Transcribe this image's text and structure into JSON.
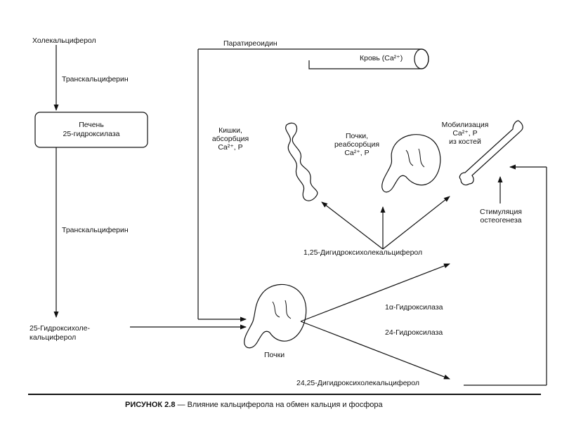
{
  "labels": {
    "cholecalciferol": "Холекальциферол",
    "transcalciferin_top": "Транскальциферин",
    "liver_line1": "Печень",
    "liver_line2": "25-гидроксилаза",
    "transcalciferin_mid": "Транскальциферин",
    "hydroxy25_line1": "25-Гидроксихоле-",
    "hydroxy25_line2": "кальциферол",
    "parathyroid": "Паратиреоидин",
    "blood": "Кровь (Ca²⁺)",
    "intestine_line1": "Кишки,",
    "intestine_line2": "абсорбция",
    "intestine_line3": "Ca²⁺, P",
    "kidney_reabs_line1": "Почки,",
    "kidney_reabs_line2": "реабсорбция",
    "kidney_reabs_line3": "Ca²⁺, P",
    "mobilization_line1": "Мобилизация",
    "mobilization_line2": "Ca²⁺, P",
    "mobilization_line3": "из костей",
    "osteogenesis_line1": "Стимуляция",
    "osteogenesis_line2": "остеогенеза",
    "dihydroxy125": "1,25-Дигидроксихолекальциферол",
    "kidneys": "Почки",
    "alpha_hydroxylase": "1α-Гидроксилаза",
    "hydroxylase24": "24-Гидроксилаза",
    "dihydroxy2425": "24,25-Дигидроксихолекальциферол"
  },
  "caption": {
    "number": "РИСУНОК 2.8",
    "text": " — Влияние кальциферола на обмен кальция и фосфора"
  }
}
